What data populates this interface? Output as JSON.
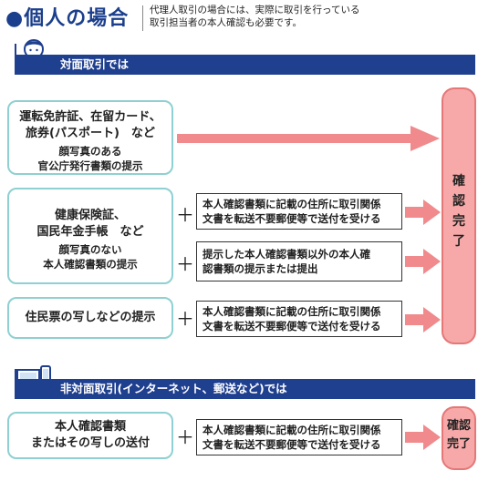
{
  "header": {
    "title": "●個人の場合",
    "desc_line1": "代理人取引の場合には、実際に取引を行っている",
    "desc_line2": "取引担当者の本人確認も必要です。"
  },
  "face_to_face": {
    "banner": "対面取引では",
    "group1": {
      "line1": "運転免許証、在留カード、",
      "line2": "旅券(パスポート)　など",
      "sub1": "顔写真のある",
      "sub2": "官公庁発行書類の提示"
    },
    "group2": {
      "line1": "健康保険証、",
      "line2": "国民年金手帳　など",
      "sub1": "顔写真のない",
      "sub2": "本人確認書類の提示",
      "option1_line1": "本人確認書類に記載の住所に取引関係",
      "option1_line2": "文書を転送不要郵便等で送付を受ける",
      "option2_line1": "提示した本人確認書類以外の本人確",
      "option2_line2": "認書類の提示または提出"
    },
    "group3": {
      "label": "住民票の写しなどの提示",
      "option_line1": "本人確認書類に記載の住所に取引関係",
      "option_line2": "文書を転送不要郵便等で送付を受ける"
    },
    "plus": "＋",
    "result": [
      "確",
      "認",
      "完",
      "了"
    ]
  },
  "non_face_to_face": {
    "banner": "非対面取引(インターネット、郵送など)では",
    "item": {
      "line1": "本人確認書類",
      "line2": "またはその写しの送付",
      "option_line1": "本人確認書類に記載の住所に取引関係",
      "option_line2": "文書を転送不要郵便等で送付を受ける"
    },
    "plus": "＋",
    "result_line1": "確認",
    "result_line2": "完了"
  },
  "colors": {
    "navy": "#1f3f8f",
    "teal_border": "#8fd0d2",
    "pink_fill": "#f6a9a8",
    "pink_border": "#e57777"
  }
}
